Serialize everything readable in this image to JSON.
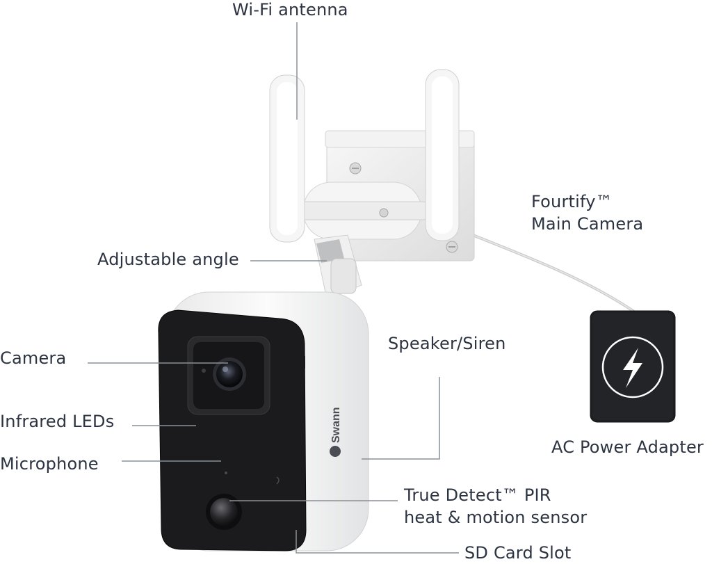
{
  "labels": {
    "wifi_antenna": "Wi-Fi  antenna",
    "fourtify_line1": "Fourtify™",
    "fourtify_line2": "Main Camera",
    "adjustable_angle": "Adjustable angle",
    "camera": "Camera",
    "speaker_siren": "Speaker/Siren",
    "infrared_leds": "Infrared LEDs",
    "microphone": "Microphone",
    "ac_power_adapter": "AC Power Adapter",
    "pir_line1": "True Detect™ PIR",
    "pir_line2": "heat & motion sensor",
    "sd_card_slot": "SD Card Slot"
  },
  "branding": {
    "logo_text": "Swann"
  },
  "colors": {
    "camera_body": "#f4f4f4",
    "camera_front": "#1b1b1d",
    "leader_line": "#8a8f98",
    "label_text": "#2c3341",
    "adapter_body": "#1e1f22"
  },
  "icons": {
    "adapter_symbol": "lightning-bolt-icon"
  }
}
